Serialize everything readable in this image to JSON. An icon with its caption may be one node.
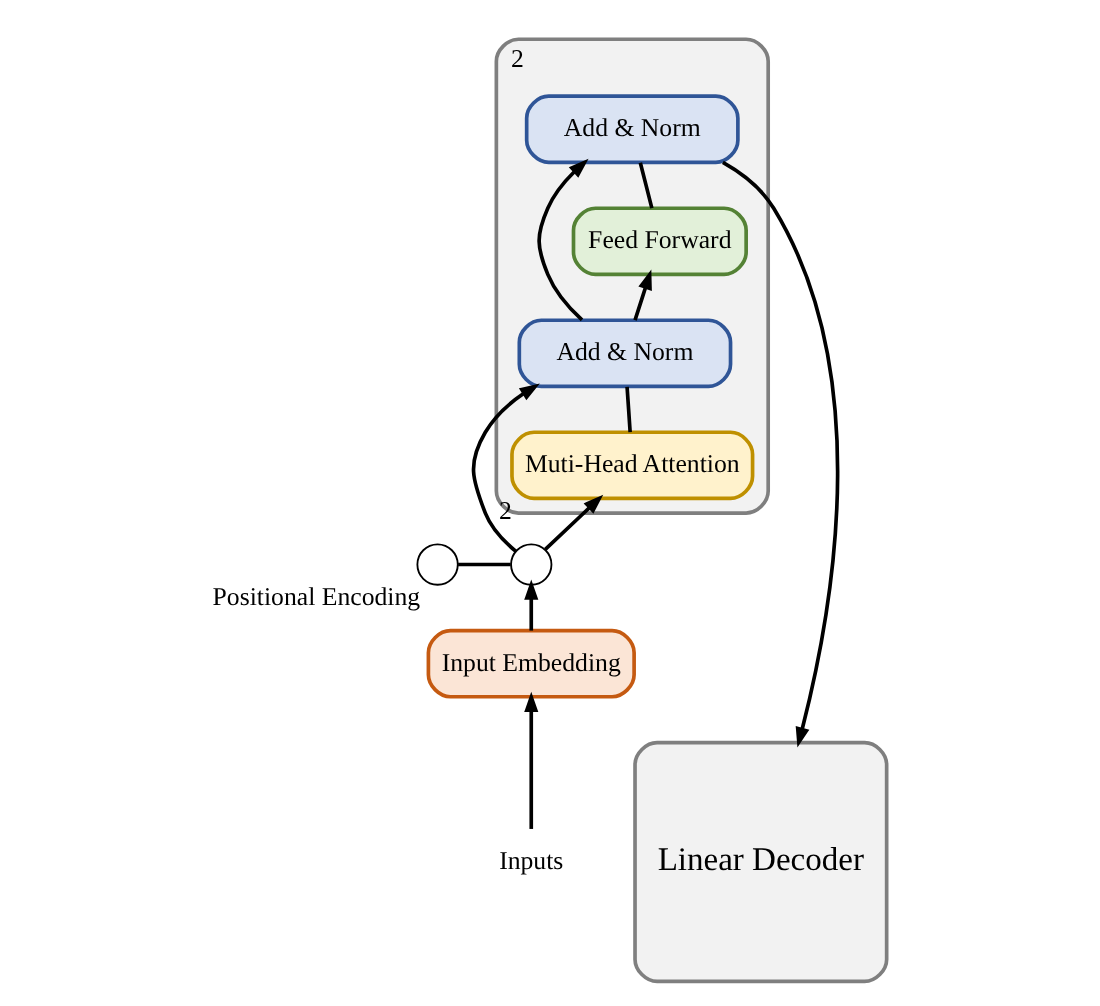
{
  "diagram": {
    "nodes": [
      {
        "text": [],
        "shape": "box",
        "beside": [
          "2"
        ]
      },
      {
        "text": [
          "Add & Norm"
        ],
        "in": 0
      },
      {
        "text": [
          "Feed Forward"
        ],
        "in": 0
      },
      {
        "text": [
          "Add & Norm"
        ],
        "in": 0
      },
      {
        "text": [
          "Muti-Head Attention"
        ],
        "in": 0,
        "beside": [
          "2"
        ]
      },
      {
        "text": [
          "Linear Decoder"
        ]
      },
      {
        "text": [],
        "shape": "circle",
        "beside": [
          "Positional Encoding"
        ]
      },
      {
        "text": [],
        "shape": "circle"
      },
      {
        "text": [
          "Input Embedding"
        ]
      },
      {
        "text": [
          "Inputs"
        ]
      }
    ],
    "edges": [
      {
        "from": 9,
        "to": 8,
        "arrow": "to"
      },
      {
        "from": 8,
        "to": 7,
        "arrow": "to"
      },
      {
        "from": 6,
        "to": 7,
        "arrow": "none"
      },
      {
        "from": 7,
        "to": 4,
        "arrow": "to"
      },
      {
        "from": 7,
        "to": 3,
        "arrow": "to"
      },
      {
        "from": 4,
        "to": 3,
        "arrow": "none"
      },
      {
        "from": 3,
        "to": 2,
        "arrow": "to"
      },
      {
        "from": 3,
        "to": 1,
        "arrow": "to"
      },
      {
        "from": 2,
        "to": 1,
        "arrow": "none"
      },
      {
        "from": 1,
        "to": 5,
        "arrow": "to"
      }
    ]
  }
}
